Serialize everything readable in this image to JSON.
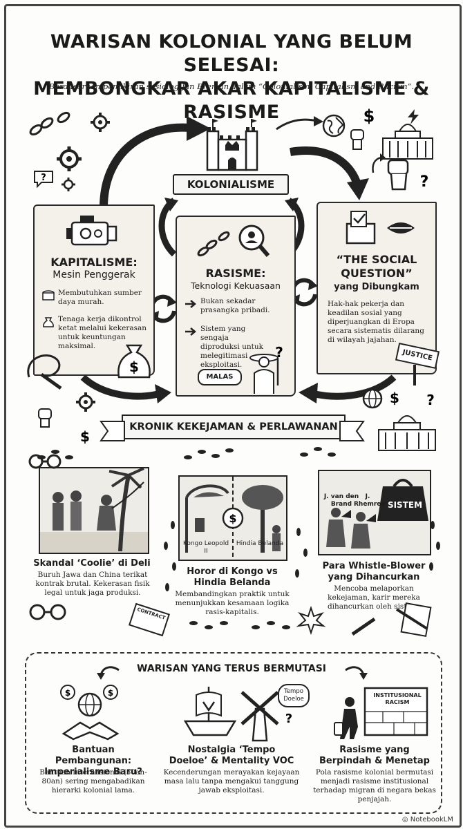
{
  "header": {
    "title_line1": "WARISAN KOLONIAL YANG BELUM SELESAI:",
    "title_line2": "MEMBONGKAR AKAR KAPITALISME & RASISME",
    "subtitle": "Berdasarkan pemikiran sosiolog Jan Breman dalam “Colonialism, Capitalism and Racism”."
  },
  "center": {
    "label": "KOLONIALISME"
  },
  "pillars": [
    {
      "title": "KAPITALISME:",
      "subtitle": "Mesin Penggerak",
      "bullets": [
        "Membutuhkan sumber daya murah.",
        "Tenaga kerja dikontrol ketat melalui kekerasan untuk keuntungan maksimal."
      ]
    },
    {
      "title": "RASISME:",
      "subtitle": "Teknologi Kekuasaan",
      "bullets": [
        "Bukan sekadar prasangka pribadi.",
        "Sistem yang sengaja diproduksi untuk melegitimasi eksploitasi."
      ],
      "speech": "MALAS"
    },
    {
      "title": "“THE SOCIAL QUESTION”",
      "subtitle": "yang Dibungkam",
      "body": "Hak-hak pekerja dan keadilan sosial yang diperjuangkan di Eropa secara sistematis dilarang di wilayah jajahan.",
      "sign": "JUSTICE"
    }
  ],
  "section2": {
    "banner": "KRONIK KEKEJAMAN & PERLAWANAN",
    "cards": [
      {
        "title": "Skandal ‘Coolie’ di Deli",
        "body": "Buruh Jawa dan China terikat kontrak brutal. Kekerasan fisik legal untuk jaga produksi."
      },
      {
        "title": "Horor di Kongo vs Hindia Belanda",
        "body": "Membandingkan praktik untuk menunjukkan kesamaan logika rasis-kapitalis.",
        "label_left": "Kongo Leopold II",
        "label_right": "Hindia Belanda"
      },
      {
        "title": "Para Whistle-Blower yang Dihancurkan",
        "body": "Mencoba melaporkan kekejaman, karir mereka dihancurkan oleh sistem.",
        "label_left": "J. van den Brand",
        "label_right": "J. Rhemrev",
        "weight": "SISTEM"
      }
    ],
    "contract": "CONTRACT"
  },
  "section3": {
    "banner": "WARISAN YANG TERUS BERMUTASI",
    "items": [
      {
        "title": "Bantuan Pembangunan: Imperialisme Baru?",
        "body": "Bantuan internasional (50an-80an) sering mengabadikan hierarki kolonial lama."
      },
      {
        "title": "Nostalgia ‘Tempo Doeloe’ & Mentality VOC",
        "body": "Kecenderungan merayakan kejayaan masa lalu tanpa mengakui tanggung jawab eksploitasi.",
        "bubble": "Tempo Doeloe"
      },
      {
        "title": "Rasisme yang Berpindah & Menetap",
        "body": "Pola rasisme kolonial bermutasi menjadi rasisme institusional terhadap migran di negara bekas penjajah.",
        "wall": "INSTITUSIONAL RACISM"
      }
    ]
  },
  "footer": {
    "logo": "NotebookLM"
  }
}
